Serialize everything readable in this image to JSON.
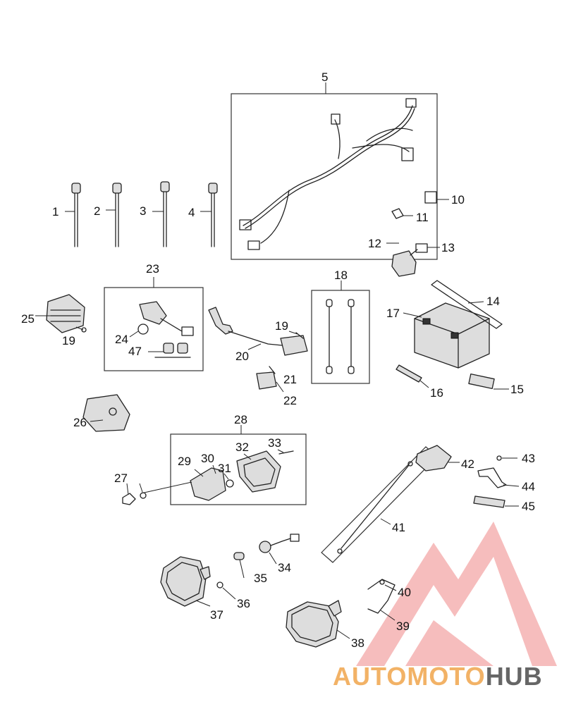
{
  "callouts": [
    "1",
    "2",
    "3",
    "4",
    "5",
    "10",
    "11",
    "12",
    "13",
    "14",
    "15",
    "16",
    "17",
    "18",
    "19",
    "20",
    "21",
    "22",
    "23",
    "24",
    "25",
    "26",
    "27",
    "28",
    "29",
    "30",
    "31",
    "32",
    "33",
    "34",
    "35",
    "36",
    "37",
    "38",
    "39",
    "40",
    "41",
    "42",
    "43",
    "44",
    "45",
    "47"
  ],
  "watermark": {
    "part1": "AUTO",
    "part2": "MOTO",
    "part3": "HUB",
    "accent_color": "#f2b266",
    "triangle_color": "#f08080",
    "hub_color": "#666666"
  }
}
